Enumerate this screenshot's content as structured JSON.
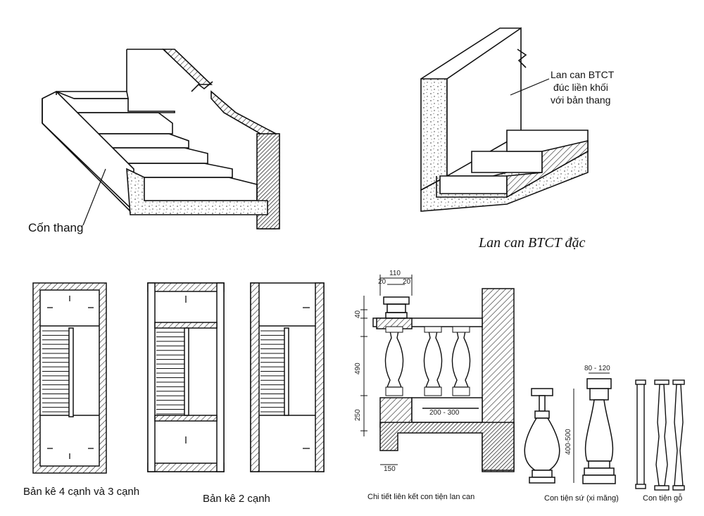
{
  "labels": {
    "stair_stringer": "Cốn thang",
    "railing_solid_note_1": "Lan can BTCT",
    "railing_solid_note_2": "đúc liền khối",
    "railing_solid_note_3": "với bản thang",
    "railing_solid_caption": "Lan can BTCT đặc",
    "plan_4_3_caption": "Bản kê 4 cạnh và 3 cạnh",
    "plan_2_caption": "Bản kê 2 cạnh",
    "baluster_detail_caption": "Chi tiết liên kết con tiện lan can",
    "ceramic_caption": "Con tiện sứ (xi măng)",
    "wood_caption": "Con tiện gỗ"
  },
  "dimensions": {
    "top_width": "110",
    "left_20": "20",
    "right_20": "20",
    "height_40": "40",
    "height_490": "490",
    "height_250": "250",
    "spacing": "200 - 300",
    "base_150": "150",
    "ceramic_width": "80 - 120",
    "ceramic_height": "400-500"
  }
}
